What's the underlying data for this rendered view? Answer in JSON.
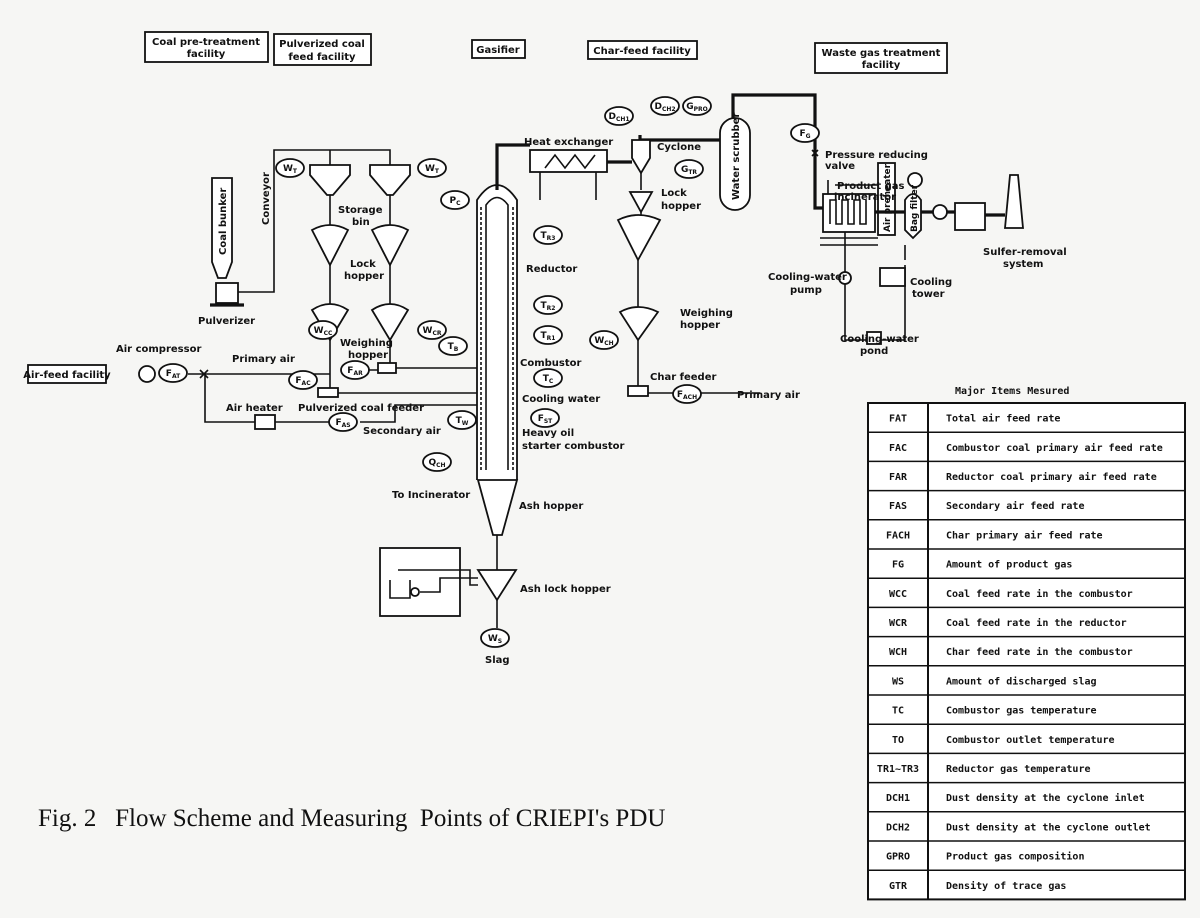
{
  "facility_boxes": {
    "coal_pretreatment": [
      "Coal pre-treatment",
      "facility"
    ],
    "pulverized_coal_feed": [
      "Pulverized coal",
      "feed facility"
    ],
    "gasifier": "Gasifier",
    "char_feed": "Char-feed facility",
    "waste_gas": [
      "Waste gas treatment",
      "facility"
    ],
    "air_feed": "Air-feed facility"
  },
  "labels": {
    "coal_bunker": "Coal bunker",
    "conveyor": "Conveyor",
    "storage_bin": [
      "Storage",
      "bin"
    ],
    "lock_hopper_coal": [
      "Lock",
      "hopper"
    ],
    "pulverizer": "Pulverizer",
    "weighing_hopper_coal": [
      "Weighing",
      "hopper"
    ],
    "air_compressor": "Air compressor",
    "primary_air_left": "Primary air",
    "air_heater": "Air heater",
    "pulverized_coal_feeder": "Pulverized coal feeder",
    "secondary_air": "Secondary air",
    "to_incinerator": "To Incinerator",
    "heat_exchanger": "Heat exchanger",
    "cyclone": "Cyclone",
    "lock_hopper_char": [
      "Lock",
      "hopper"
    ],
    "water_scrubber": "Water scrubber",
    "reductor": "Reductor",
    "weighing_hopper_char": [
      "Weighing",
      "hopper"
    ],
    "combustor": "Combustor",
    "char_feeder": "Char feeder",
    "primary_air_right": "Primary air",
    "cooling_water": "Cooling water",
    "heavy_oil": [
      "Heavy oil",
      "starter combustor"
    ],
    "ash_hopper": "Ash hopper",
    "ash_lock_hopper": "Ash lock hopper",
    "slag": "Slag",
    "pressure_reducing_valve": [
      "Pressure reducing",
      "valve"
    ],
    "product_gas_incinerator": [
      "Product gas",
      "incinerator"
    ],
    "air_preheater": "Air preheater",
    "bag_filter": "Bag filter",
    "sulfer_removal": [
      "Sulfer-removal",
      "system"
    ],
    "cooling_water_pump": [
      "Cooling-water",
      "pump"
    ],
    "cooling_tower": [
      "Cooling",
      "tower"
    ],
    "cooling_water_pond": [
      "Cooling-water",
      "pond"
    ]
  },
  "instruments": [
    {
      "m": "W",
      "s": "T"
    },
    {
      "m": "W",
      "s": "T"
    },
    {
      "m": "P",
      "s": "C"
    },
    {
      "m": "T",
      "s": "R3"
    },
    {
      "m": "T",
      "s": "R2"
    },
    {
      "m": "T",
      "s": "R1"
    },
    {
      "m": "T",
      "s": "B"
    },
    {
      "m": "T",
      "s": "C"
    },
    {
      "m": "F",
      "s": "ST"
    },
    {
      "m": "T",
      "s": "W"
    },
    {
      "m": "Q",
      "s": "CH"
    },
    {
      "m": "W",
      "s": "CC"
    },
    {
      "m": "W",
      "s": "CR"
    },
    {
      "m": "F",
      "s": "AR"
    },
    {
      "m": "F",
      "s": "AC"
    },
    {
      "m": "F",
      "s": "AS"
    },
    {
      "m": "F",
      "s": "AT"
    },
    {
      "m": "F",
      "s": "ACH"
    },
    {
      "m": "W",
      "s": "CH"
    },
    {
      "m": "D",
      "s": "CH1"
    },
    {
      "m": "D",
      "s": "CH2"
    },
    {
      "m": "G",
      "s": "PRO"
    },
    {
      "m": "G",
      "s": "TR"
    },
    {
      "m": "F",
      "s": "G"
    },
    {
      "m": "W",
      "s": "S"
    }
  ],
  "table": {
    "title": "Major Items Mesured",
    "rows": [
      {
        "symbol": "FAT",
        "item": "Total air feed rate"
      },
      {
        "symbol": "FAC",
        "item": "Combustor coal primary air feed rate"
      },
      {
        "symbol": "FAR",
        "item": "Reductor coal primary air feed rate"
      },
      {
        "symbol": "FAS",
        "item": "Secondary air feed rate"
      },
      {
        "symbol": "FACH",
        "item": "Char primary air feed rate"
      },
      {
        "symbol": "FG",
        "item": "Amount of product gas"
      },
      {
        "symbol": "WCC",
        "item": "Coal feed rate in the combustor"
      },
      {
        "symbol": "WCR",
        "item": "Coal feed rate in the reductor"
      },
      {
        "symbol": "WCH",
        "item": "Char feed rate in the combustor"
      },
      {
        "symbol": "WS",
        "item": "Amount of discharged slag"
      },
      {
        "symbol": "TC",
        "item": "Combustor gas temperature"
      },
      {
        "symbol": "TO",
        "item": "Combustor outlet temperature"
      },
      {
        "symbol": "TR1~TR3",
        "item": "Reductor gas temperature"
      },
      {
        "symbol": "DCH1",
        "item": "Dust density at the cyclone inlet"
      },
      {
        "symbol": "DCH2",
        "item": "Dust density at the cyclone outlet"
      },
      {
        "symbol": "GPRO",
        "item": "Product gas composition"
      },
      {
        "symbol": "GTR",
        "item": "Density of trace gas"
      }
    ]
  },
  "caption": "Fig. 2   Flow Scheme and Measuring  Points of CRIEPI's PDU"
}
